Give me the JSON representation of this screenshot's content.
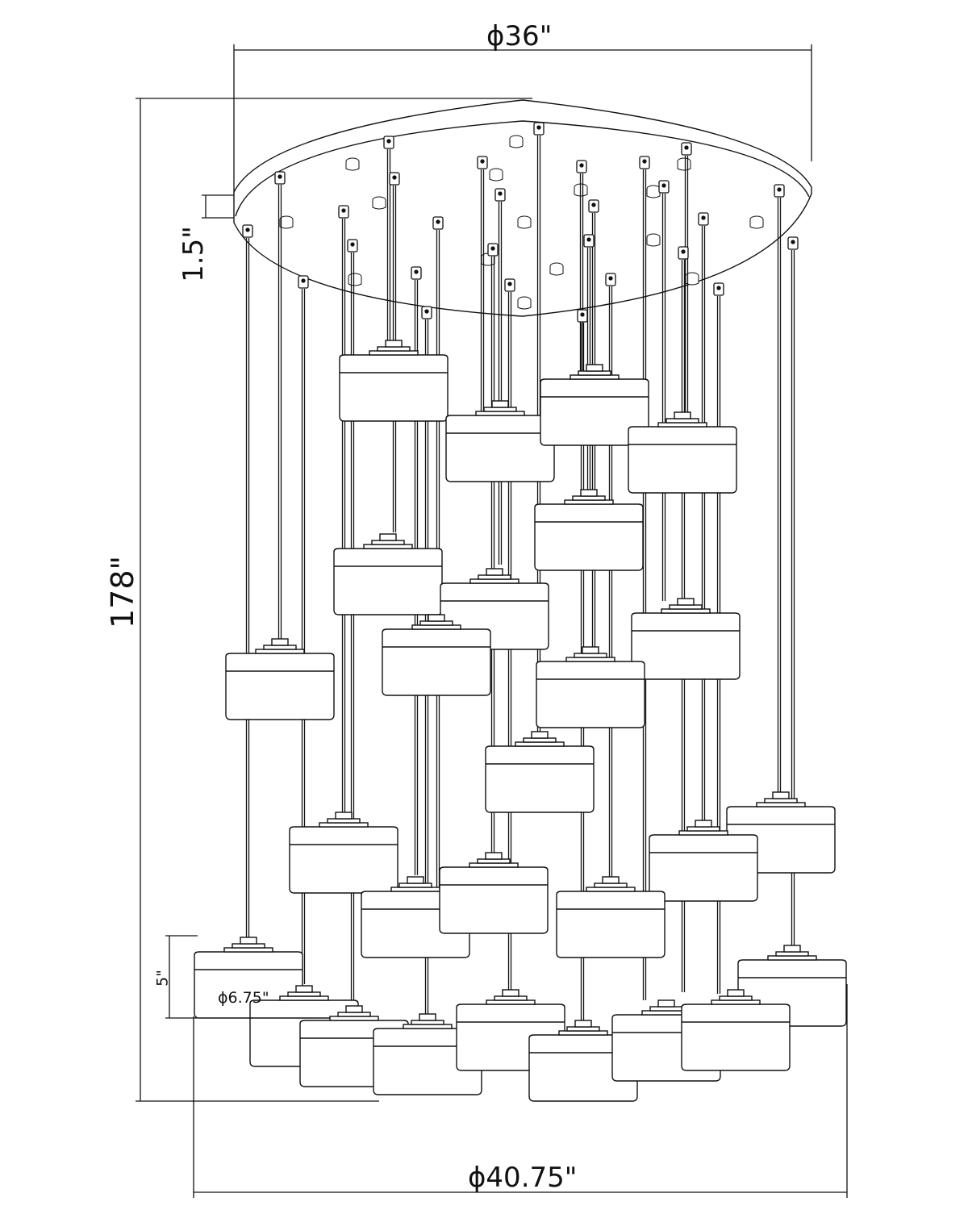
{
  "dimensions": {
    "canopy_diameter": "ϕ36\"",
    "canopy_height": "1.5\"",
    "overall_height": "178\"",
    "overall_diameter": "ϕ40.75\"",
    "shade_height": "5\"",
    "shade_diameter": "ϕ6.75\""
  },
  "colors": {
    "line": "#111111",
    "background": "#ffffff"
  }
}
